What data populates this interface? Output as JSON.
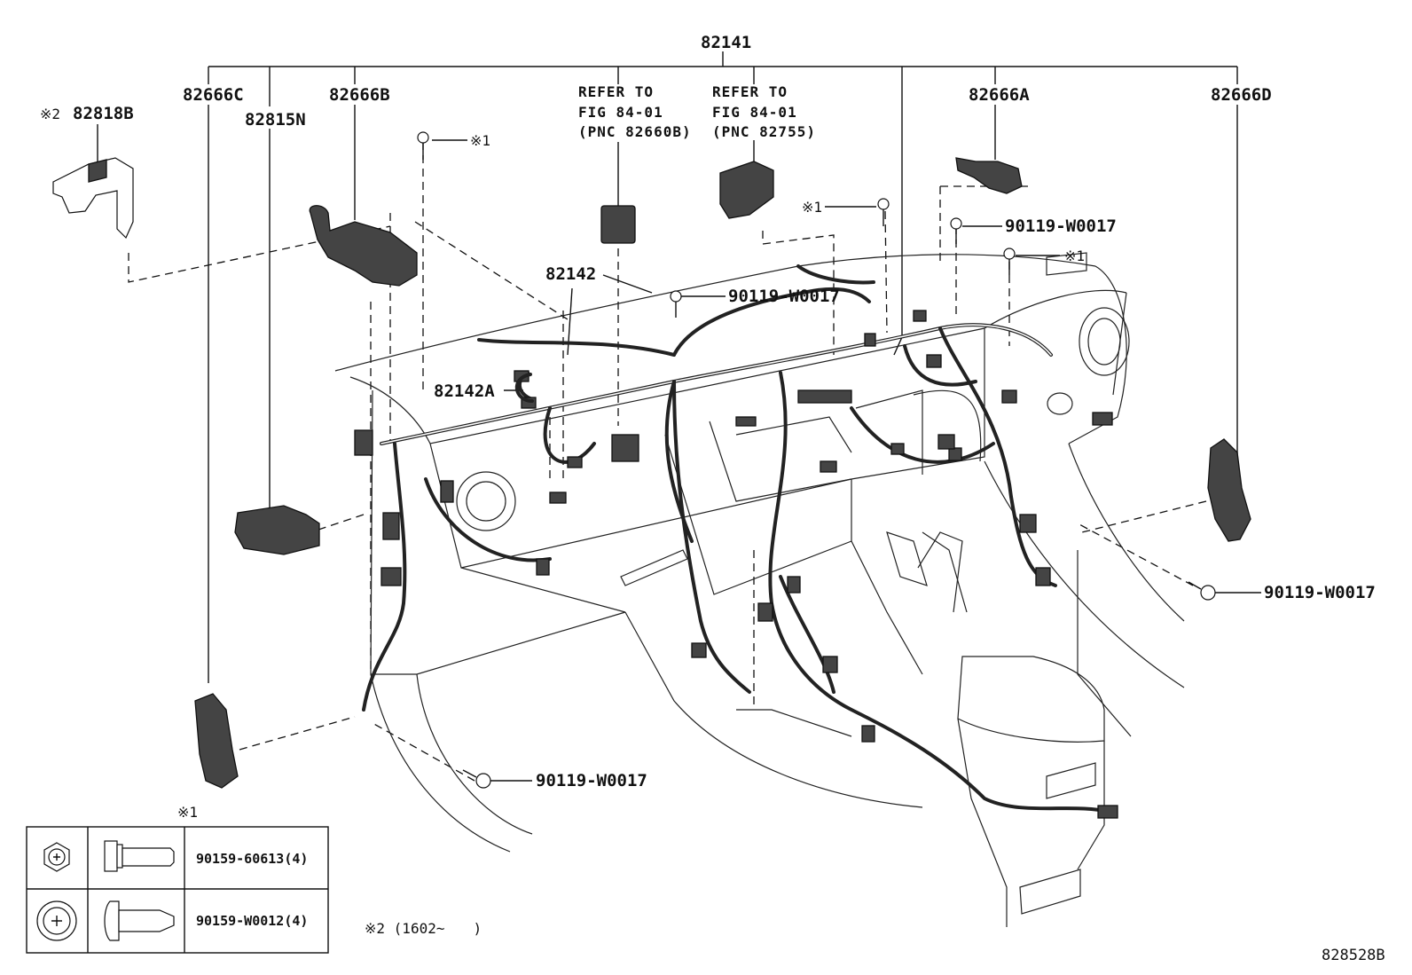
{
  "callouts": {
    "main_harness": "82141",
    "bracket_c": "82666C",
    "block_n": "82815N",
    "bracket_b": "82666B",
    "clamp_b": "82818B",
    "clamp_b_mark": "※2",
    "bracket_a": "82666A",
    "bracket_d": "82666D",
    "sub_harness": "82142",
    "sub_harness_a": "82142A",
    "bolt_top": "90119-W0017",
    "bolt_mid": "90119-W0017",
    "bolt_right": "90119-W0017",
    "bolt_bottom": "90119-W0017",
    "mark1": "※1"
  },
  "references": [
    {
      "line1": "REFER TO",
      "line2": "FIG 84-01",
      "line3": "(PNC 82660B)"
    },
    {
      "line1": "REFER TO",
      "line2": "FIG 84-01",
      "line3": "(PNC 82755)"
    }
  ],
  "legend": {
    "mark": "※1",
    "rows": [
      {
        "part": "90159-60613(4)",
        "head_icon": "hex-phillips-head-icon",
        "side_icon": "flange-bolt-icon"
      },
      {
        "part": "90159-W0012(4)",
        "head_icon": "round-phillips-head-icon",
        "side_icon": "pan-screw-icon"
      }
    ]
  },
  "footnote": "※2 (1602~　　)",
  "figure_number": "828528B"
}
